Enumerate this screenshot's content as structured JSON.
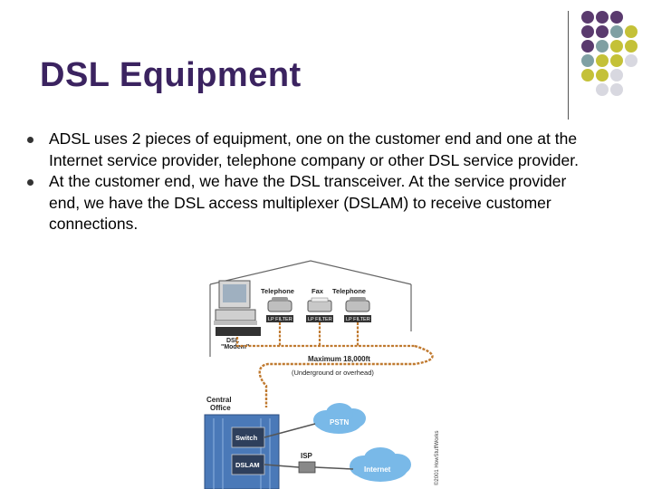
{
  "slide": {
    "title": "DSL Equipment",
    "bullets": [
      "ADSL uses 2 pieces of equipment, one on the customer end and one at the Internet service provider, telephone company or other DSL service provider.",
      "At the customer end, we have the DSL transceiver. At the service provider end, we have the DSL access multiplexer (DSLAM) to receive customer connections."
    ]
  },
  "diagram": {
    "labels": {
      "telephone1": "Telephone",
      "fax": "Fax",
      "telephone2": "Telephone",
      "filter": "LP FILTER",
      "dsl": "DSL",
      "modem": "\"Modem\"",
      "max": "Maximum 18,000ft",
      "underground": "(Underground or overhead)",
      "central": "Central",
      "office": "Office",
      "pstn": "PSTN",
      "switch": "Switch",
      "dslam": "DSLAM",
      "isp": "ISP",
      "internet": "Internet",
      "credit": "©2001 HowStuffWorks"
    }
  },
  "colors": {
    "title": "#3b2360",
    "purple": "#5a3a6e",
    "teal": "#7fa0a3",
    "olive": "#c4c138",
    "grey": "#d8d8e0",
    "wire": "#c07a30",
    "cloud": "#79b9e8",
    "building": "#4a79b8"
  }
}
